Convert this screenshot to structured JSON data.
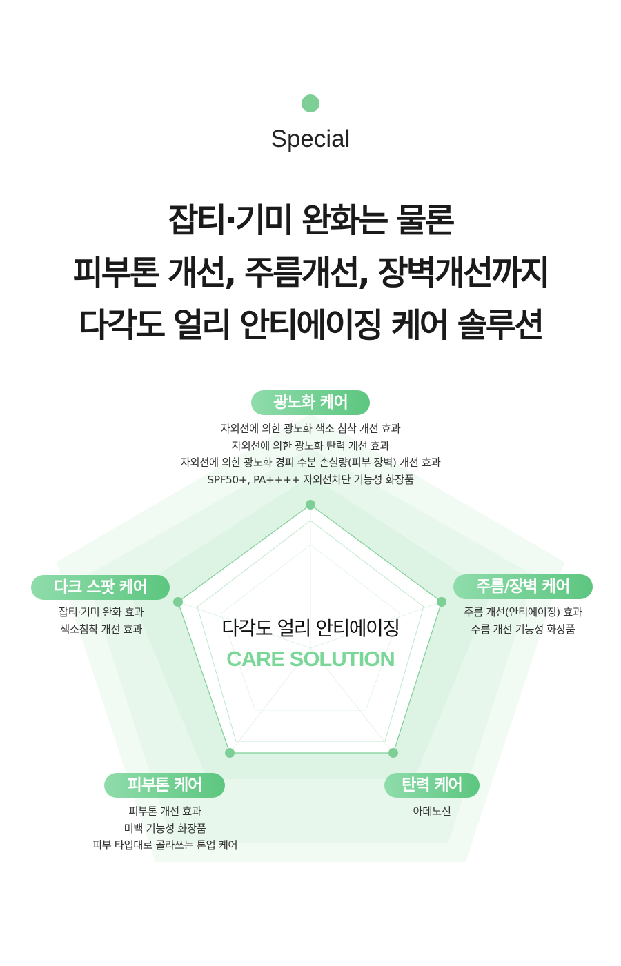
{
  "section_label": "Special",
  "headline": [
    "잡티·기미 완화는 물론",
    "피부톤 개선, 주름개선, 장벽개선까지",
    "다각도 얼리 안티에이징 케어 솔루션"
  ],
  "center": {
    "title": "다각도 얼리 안티에이징",
    "subtitle": "CARE SOLUTION"
  },
  "categories": [
    {
      "label": "광노화 케어",
      "items": [
        "자외선에 의한 광노화 색소 침착 개선 효과",
        "자외선에 의한 광노화 탄력 개선 효과",
        "자외선에 의한 광노화 경피 수분 손실량(피부 장벽) 개선 효과",
        "SPF50+, PA++++ 자외선차단 기능성 화장품"
      ]
    },
    {
      "label": "주름/장벽 케어",
      "items": [
        "주름 개선(안티에이징) 효과",
        "주름 개선 기능성 화장품"
      ]
    },
    {
      "label": "탄력 케어",
      "items": [
        "아데노신"
      ]
    },
    {
      "label": "피부톤 케어",
      "items": [
        "피부톤 개선 효과",
        "미백 기능성 화장품",
        "피부 타입대로 골라쓰는 톤업 케어"
      ]
    },
    {
      "label": "다크 스팟 케어",
      "items": [
        "잡티·기미 완화 효과",
        "색소침착 개선 효과"
      ]
    }
  ],
  "colors": {
    "accent": "#5cc67f",
    "light": "#e3f5e8"
  }
}
